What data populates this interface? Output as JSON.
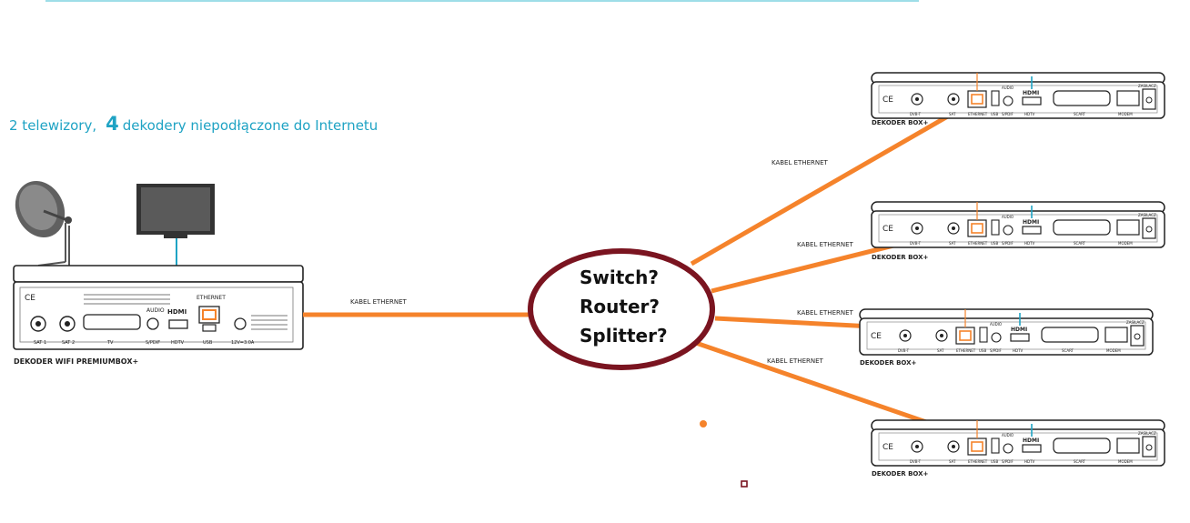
{
  "headline": {
    "prefix": "2 telewizory,",
    "count": "4",
    "suffix": "dekodery niepodłączone do Internetu"
  },
  "main_decoder": {
    "caption": "DEKODER WIFI PREMIUMBOX+",
    "ports": [
      "SAT 1",
      "SAT 2",
      "TV",
      "S/PDIF",
      "HDTV",
      "USB",
      "12V=3.0A"
    ],
    "audio_label": "AUDIO",
    "hdmi_label": "HDMI",
    "ethernet_label": "ETHERNET",
    "ce_mark": "CE"
  },
  "hub": {
    "lines": [
      "Switch?",
      "Router?",
      "Splitter?"
    ]
  },
  "cable_label": "KABEL ETHERNET",
  "box_decoder": {
    "caption": "DEKODER BOX+",
    "ports": [
      "DVB-T",
      "SAT",
      "ETHERNET",
      "USB",
      "S/PDIF",
      "HDTV",
      "SCART",
      "MODEM"
    ],
    "audio_label": "AUDIO",
    "hdmi_label": "HDMI",
    "power_label": "ZASILACZ",
    "ce_mark": "CE"
  },
  "colors": {
    "cable": "#f5832b",
    "ellipse": "#7a1420",
    "accent": "#1fa3c4",
    "outline": "#222222"
  }
}
